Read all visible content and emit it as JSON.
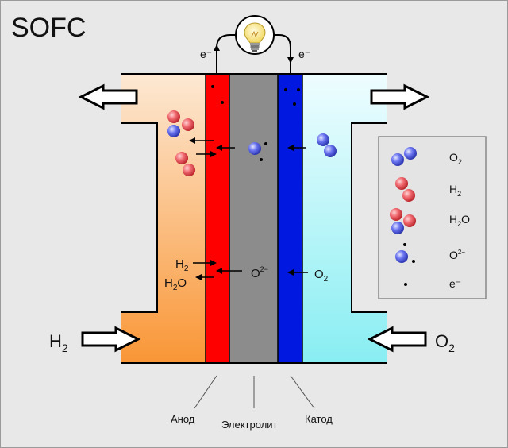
{
  "title": "SOFC",
  "electron_label": "e⁻",
  "inputs": {
    "fuel_formula": "H",
    "fuel_sub": "2",
    "oxidant_formula": "O",
    "oxidant_sub": "2"
  },
  "anode_reaction": {
    "in_formula": "H",
    "in_sub": "2",
    "out_h": "H",
    "out_sub": "2",
    "out_o": "O"
  },
  "electrolyte_ion": {
    "formula": "O",
    "charge": "2−"
  },
  "cathode_reaction": {
    "formula": "O",
    "sub": "2"
  },
  "legend": {
    "o2": {
      "formula": "O",
      "sub": "2"
    },
    "h2": {
      "formula": "H",
      "sub": "2"
    },
    "h2o": {
      "h": "H",
      "sub": "2",
      "o": "O"
    },
    "oxide": {
      "formula": "O",
      "charge": "2−"
    },
    "electron": "e⁻"
  },
  "layer_labels": {
    "anode": "Анод",
    "electrolyte": "Электролит",
    "cathode": "Катод"
  },
  "colors": {
    "anode": "#ff0000",
    "electrolyte": "#8c8c8c",
    "cathode": "#0018e0",
    "fuel_gradient_top": "#fde7cf",
    "fuel_gradient_bottom": "#f99a3c",
    "air_gradient_top": "#e6fbff",
    "air_gradient_bottom": "#8cf0f4",
    "background": "#e8e8e8",
    "legend_bg": "#e4e4e4",
    "red_atom": "#e84048",
    "blue_atom": "#4050e0"
  }
}
